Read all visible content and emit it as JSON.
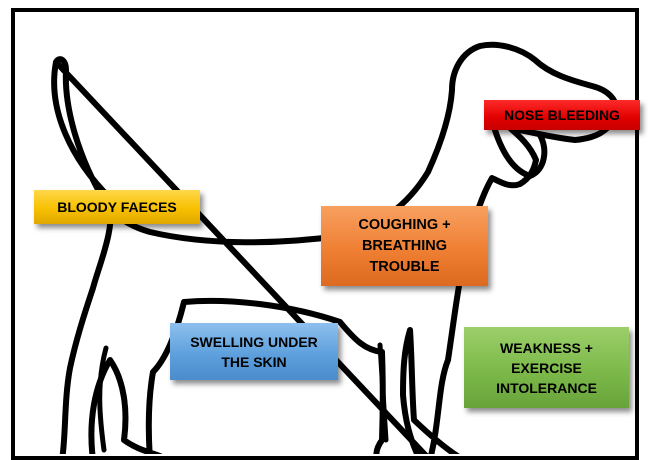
{
  "labels": {
    "nose_bleeding": "NOSE BLEEDING",
    "bloody_faeces": "BLOODY FAECES",
    "coughing": "COUGHING +\nBREATHING\nTROUBLE",
    "swelling": "SWELLING UNDER\nTHE SKIN",
    "weakness": "WEAKNESS +\nEXERCISE\nINTOLERANCE"
  },
  "colors": {
    "nose_bleeding": "#e00000",
    "bloody_faeces": "#f8c000",
    "coughing": "#ef7f33",
    "swelling": "#5ea0dd",
    "weakness": "#7cb94a"
  },
  "figure": {
    "subject": "dog-outline-icon"
  }
}
